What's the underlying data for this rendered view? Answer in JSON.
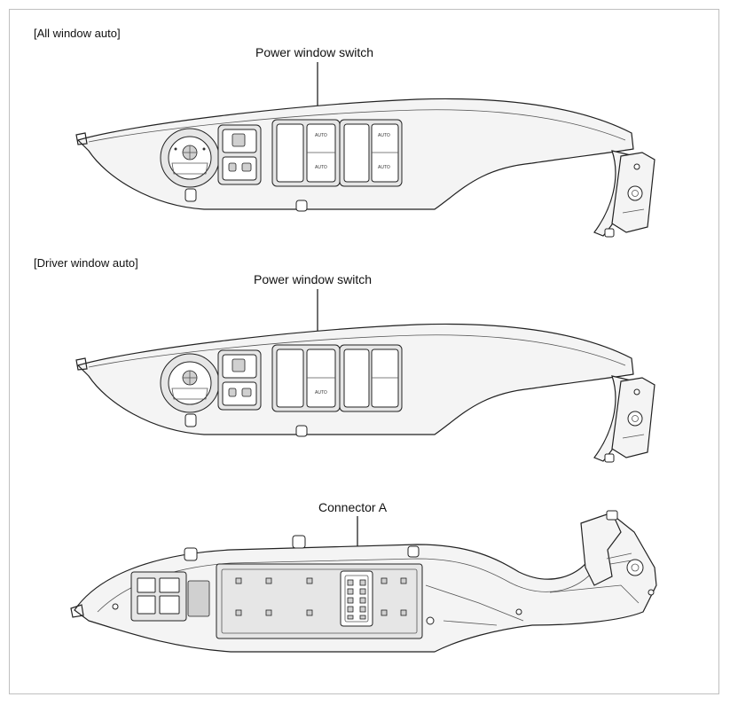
{
  "figures": [
    {
      "title": "[All window auto]",
      "callout": "Power window switch",
      "button_marks": [
        "AUTO",
        "AUTO",
        "AUTO",
        "AUTO"
      ]
    },
    {
      "title": "[Driver window auto]",
      "callout": "Power window switch",
      "button_marks": [
        "AUTO"
      ]
    },
    {
      "title": "",
      "callout": "Connector A"
    }
  ]
}
